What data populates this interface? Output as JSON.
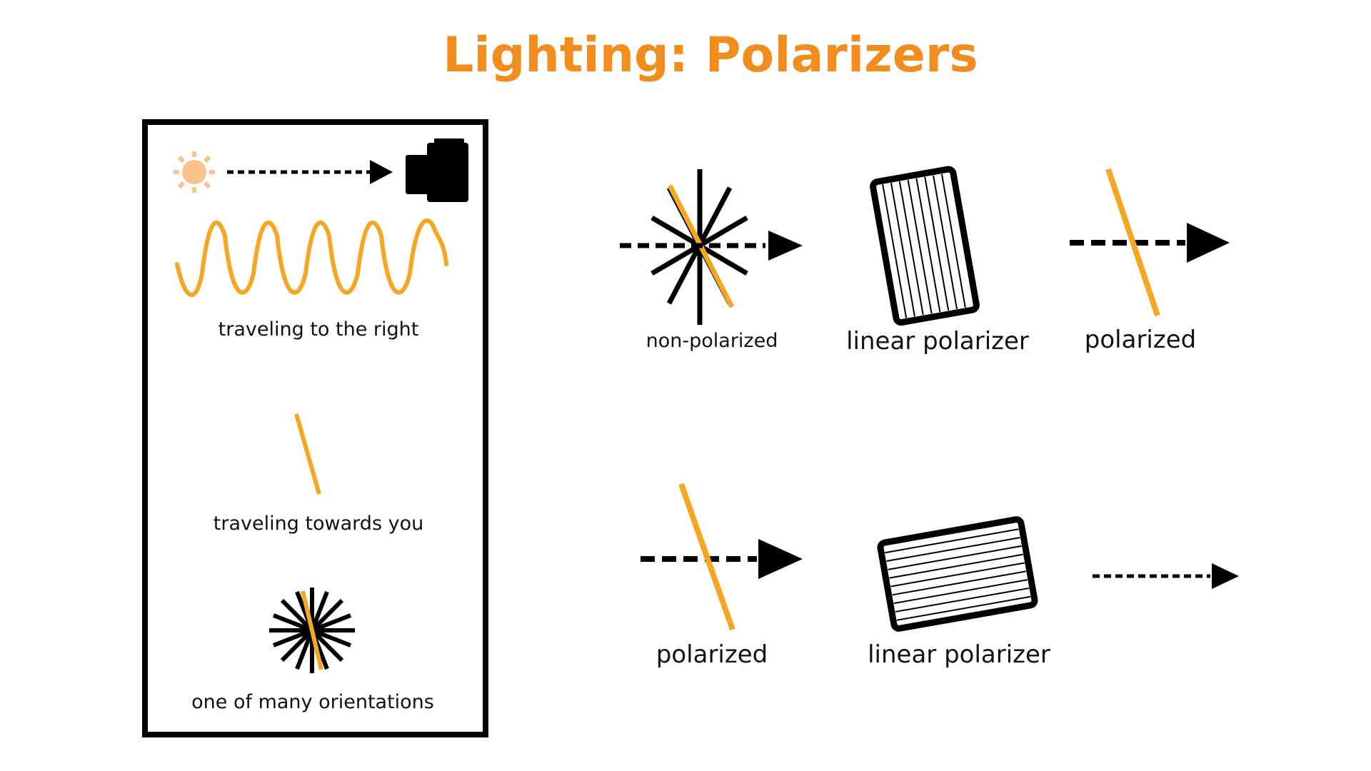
{
  "title": "Lighting: Polarizers",
  "colors": {
    "title": "#F28C1C",
    "light": "#F5A623",
    "sun": "#F8C48C",
    "ink": "#000000"
  },
  "legend": {
    "icons": [
      "sun-icon",
      "camera-icon"
    ],
    "labels": {
      "wave": "traveling to the right",
      "line": "traveling towards you",
      "burst": "one of many orientations"
    }
  },
  "top_row": {
    "non_polarized": "non-polarized",
    "polarizer": "linear polarizer",
    "polarized": "polarized"
  },
  "bottom_row": {
    "polarized": "polarized",
    "polarizer": "linear polarizer"
  }
}
